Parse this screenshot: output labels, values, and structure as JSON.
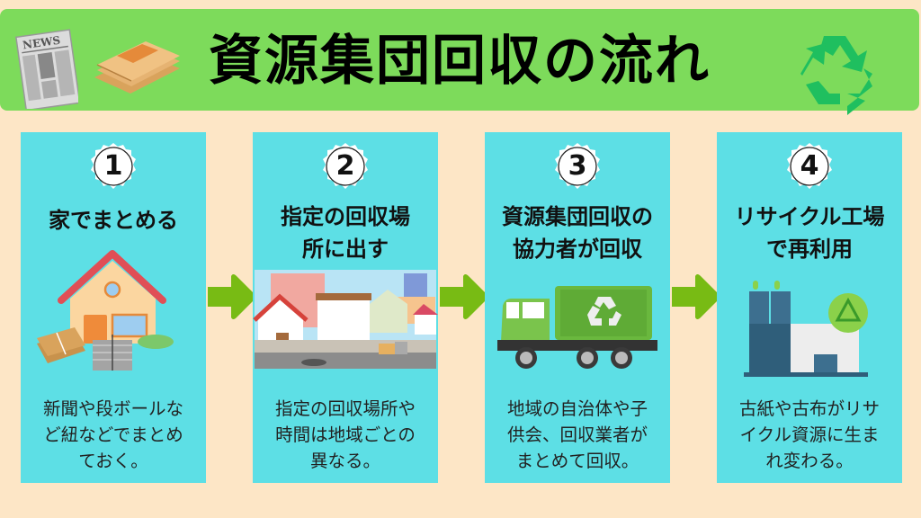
{
  "header": {
    "title": "資源集団回収の流れ",
    "icons": [
      "newspaper-icon",
      "cardboard-icon",
      "recycle-icon"
    ],
    "background_color": "#7ddb5b",
    "news_label": "NEWS"
  },
  "colors": {
    "page_background": "#fde6c6",
    "card_background": "#5ddfe5",
    "arrow": "#78bb14",
    "recycle_green": "#1fbf5f"
  },
  "steps": [
    {
      "number": "1",
      "title_lines": [
        "家でまとめる"
      ],
      "illustration": "house-with-bundled-paper",
      "description_lines": [
        "新聞や段ボールな",
        "ど紐などでまとめ",
        "ておく。"
      ]
    },
    {
      "number": "2",
      "title_lines": [
        "指定の回収場",
        "所に出す"
      ],
      "illustration": "neighborhood-collection-point",
      "description_lines": [
        "指定の回収場所や",
        "時間は地域ごとの",
        "異なる。"
      ]
    },
    {
      "number": "3",
      "title_lines": [
        "資源集団回収の",
        "協力者が回収"
      ],
      "illustration": "recycling-truck",
      "description_lines": [
        "地域の自治体や子",
        "供会、回収業者が",
        "まとめて回収。"
      ]
    },
    {
      "number": "4",
      "title_lines": [
        "リサイクル工場",
        "で再利用"
      ],
      "illustration": "recycling-factory",
      "description_lines": [
        "古紙や古布がリサ",
        "イクル資源に生ま",
        "れ変わる。"
      ]
    }
  ]
}
